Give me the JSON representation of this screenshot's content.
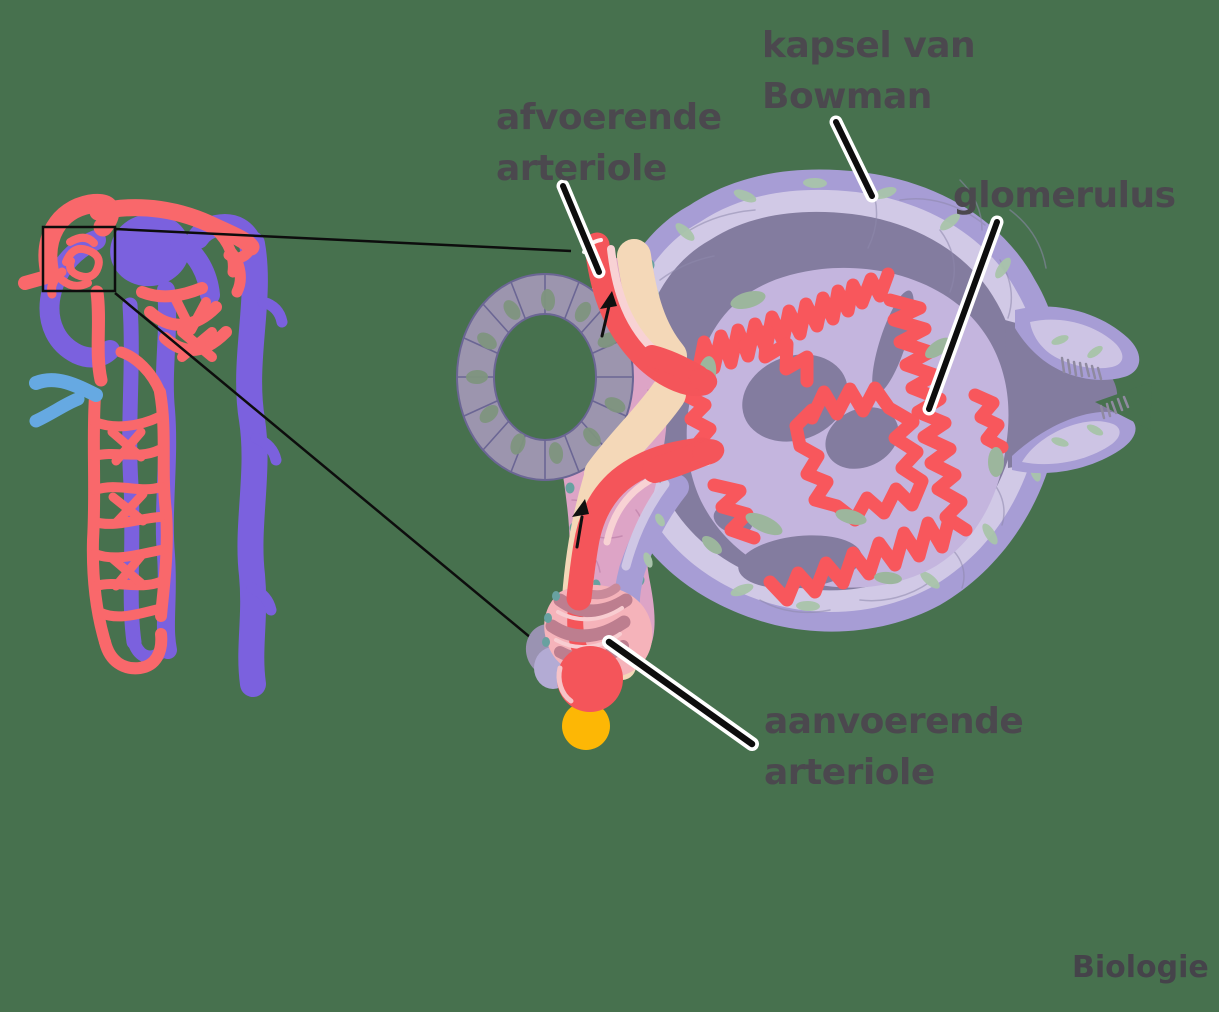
{
  "page": {
    "watermark": "Biologie"
  },
  "annotations": {
    "kapsel_van_bowman": {
      "line1": "kapsel van",
      "line2": "Bowman"
    },
    "afvoerende_arteriole": {
      "line1": "afvoerende",
      "line2": "arteriole"
    },
    "glomerulus": {
      "label": "glomerulus"
    },
    "aanvoerende_arteriole": {
      "line1": "aanvoerende",
      "line2": "arteriole"
    }
  },
  "palette": {
    "background_green": "#47714e",
    "label_text_gray": "#4b484e",
    "artery_red": "#f9686b",
    "vein_purple": "#7b61de",
    "capillary_blue": "#66a9e2",
    "capsule_lavender": "#a79dd5",
    "capsule_pale_band": "#d1c9e6",
    "capsule_interior": "#837c9f",
    "glomerulus_fill": "#c4b5de",
    "glomerulus_capillary_red": "#f8575c",
    "nucleus_sage_green": "#9cb69d",
    "tubule_cell_gray": "#9c95ae",
    "tubule_outline_purple": "#6b6694",
    "tissue_pink": "#dda4c6",
    "tissue_nucleus_teal": "#68a1a0",
    "tissue_cream": "#f4d8b8",
    "twisted_vessel_mauve": "#bd7e8f",
    "twisted_vessel_pink": "#f5b3ba",
    "blood_cell_red": "#f4555a",
    "droplet_yellow": "#fdb705",
    "leader_line_black": "#0d0d0d",
    "leader_halo_white": "#ffffff"
  }
}
